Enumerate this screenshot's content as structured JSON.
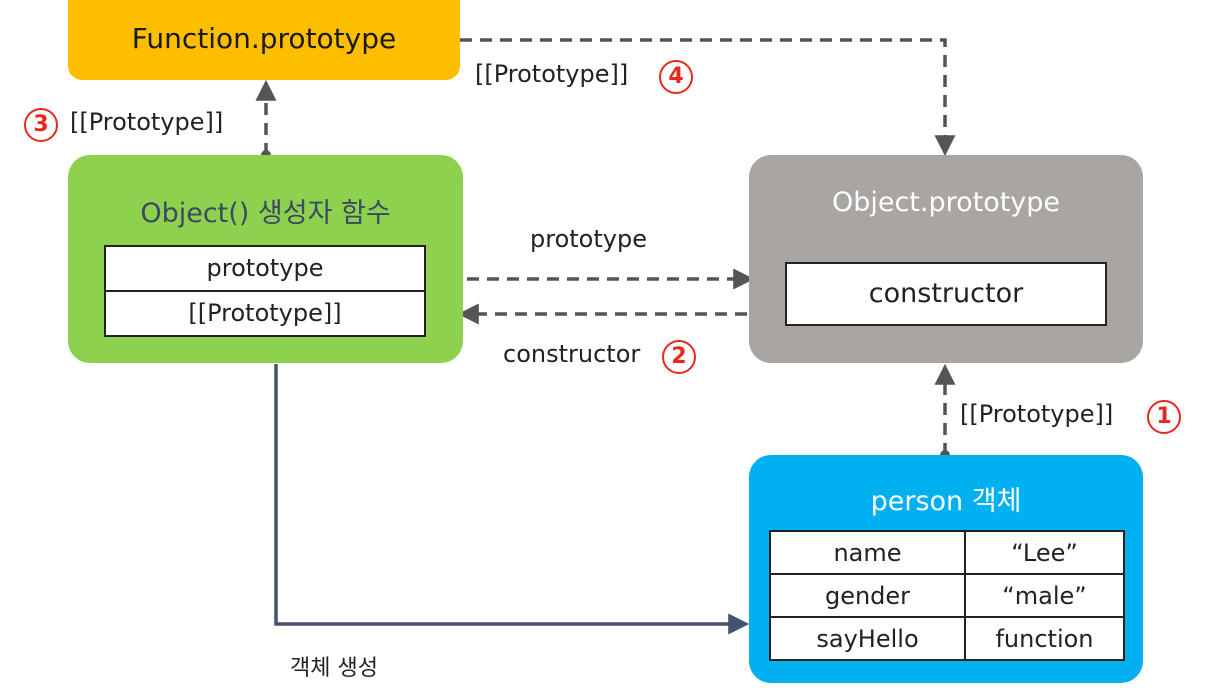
{
  "colors": {
    "function_box": "#fdbe00",
    "constructor_box": "#8ed14f",
    "object_proto_box": "#a8a5a3",
    "person_box": "#00b0f0",
    "dashed_edge": "#555555",
    "solid_edge": "#44546a",
    "marker": "#e8281d"
  },
  "nodes": {
    "function_prototype": {
      "title": "Function.prototype"
    },
    "object_constructor": {
      "title": "Object() 생성자 함수",
      "rows": [
        "prototype",
        "[[Prototype]]"
      ]
    },
    "object_prototype": {
      "title": "Object.prototype",
      "rows": [
        "constructor"
      ]
    },
    "person": {
      "title": "person 객체",
      "properties": [
        {
          "key": "name",
          "value": "“Lee”"
        },
        {
          "key": "gender",
          "value": "“male”"
        },
        {
          "key": "sayHello",
          "value": "function"
        }
      ]
    }
  },
  "edges": {
    "prototype_link": {
      "label": "prototype"
    },
    "constructor_link": {
      "label": "constructor",
      "marker": "2"
    },
    "person_proto": {
      "label": "[[Prototype]]",
      "marker": "1"
    },
    "ctor_proto": {
      "label": "[[Prototype]]",
      "marker": "3"
    },
    "fn_proto": {
      "label": "[[Prototype]]",
      "marker": "4"
    },
    "create": {
      "label": "객체 생성"
    }
  }
}
